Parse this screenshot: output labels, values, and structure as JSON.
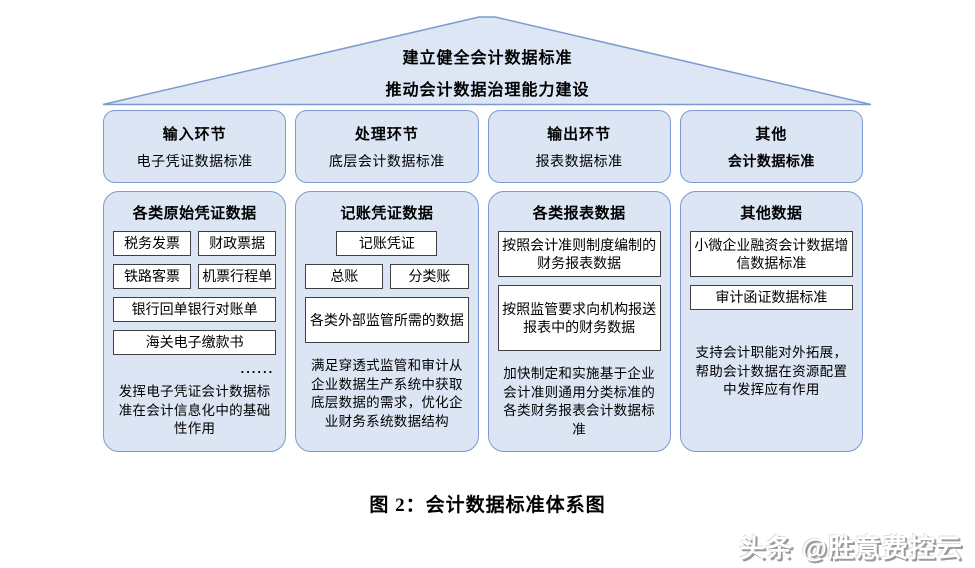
{
  "roof": {
    "line1": "建立健全会计数据标准",
    "line2": "推动会计数据治理能力建设"
  },
  "stage_headers": [
    {
      "title": "输入环节",
      "subtitle": "电子凭证数据标准"
    },
    {
      "title": "处理环节",
      "subtitle": "底层会计数据标准"
    },
    {
      "title": "输出环节",
      "subtitle": "报表数据标准"
    },
    {
      "title": "其他",
      "subtitle": "会计数据标准"
    }
  ],
  "columns": [
    {
      "header": "各类原始凭证数据",
      "boxes": [
        "税务发票",
        "财政票据",
        "铁路客票",
        "机票行程单",
        "银行回单银行对账单",
        "海关电子缴款书"
      ],
      "ellipsis": "......",
      "note": "发挥电子凭证会计数据标准在会计信息化中的基础性作用"
    },
    {
      "header": "记账凭证数据",
      "boxes": [
        "记账凭证",
        "总账",
        "分类账",
        "各类外部监管所需的数据"
      ],
      "note": "满足穿透式监管和审计从企业数据生产系统中获取底层数据的需求，优化企业财务系统数据结构"
    },
    {
      "header": "各类报表数据",
      "boxes": [
        "按照会计准则制度编制的财务报表数据",
        "按照监管要求向机构报送报表中的财务数据"
      ],
      "note": "加快制定和实施基于企业会计准则通用分类标准的各类财务报表会计数据标准"
    },
    {
      "header": "其他数据",
      "boxes": [
        "小微企业融资会计数据增信数据标准",
        "审计函证数据标准"
      ],
      "note": "支持会计职能对外拓展，帮助会计数据在资源配置中发挥应有作用"
    }
  ],
  "caption": "图 2：会计数据标准体系图",
  "watermark": "头条 @胜意费控云",
  "colors": {
    "panel_fill": "#dbe5f3",
    "panel_border": "#7c9ad0",
    "inner_box_border": "#3f3f3f",
    "text": "#000000"
  }
}
